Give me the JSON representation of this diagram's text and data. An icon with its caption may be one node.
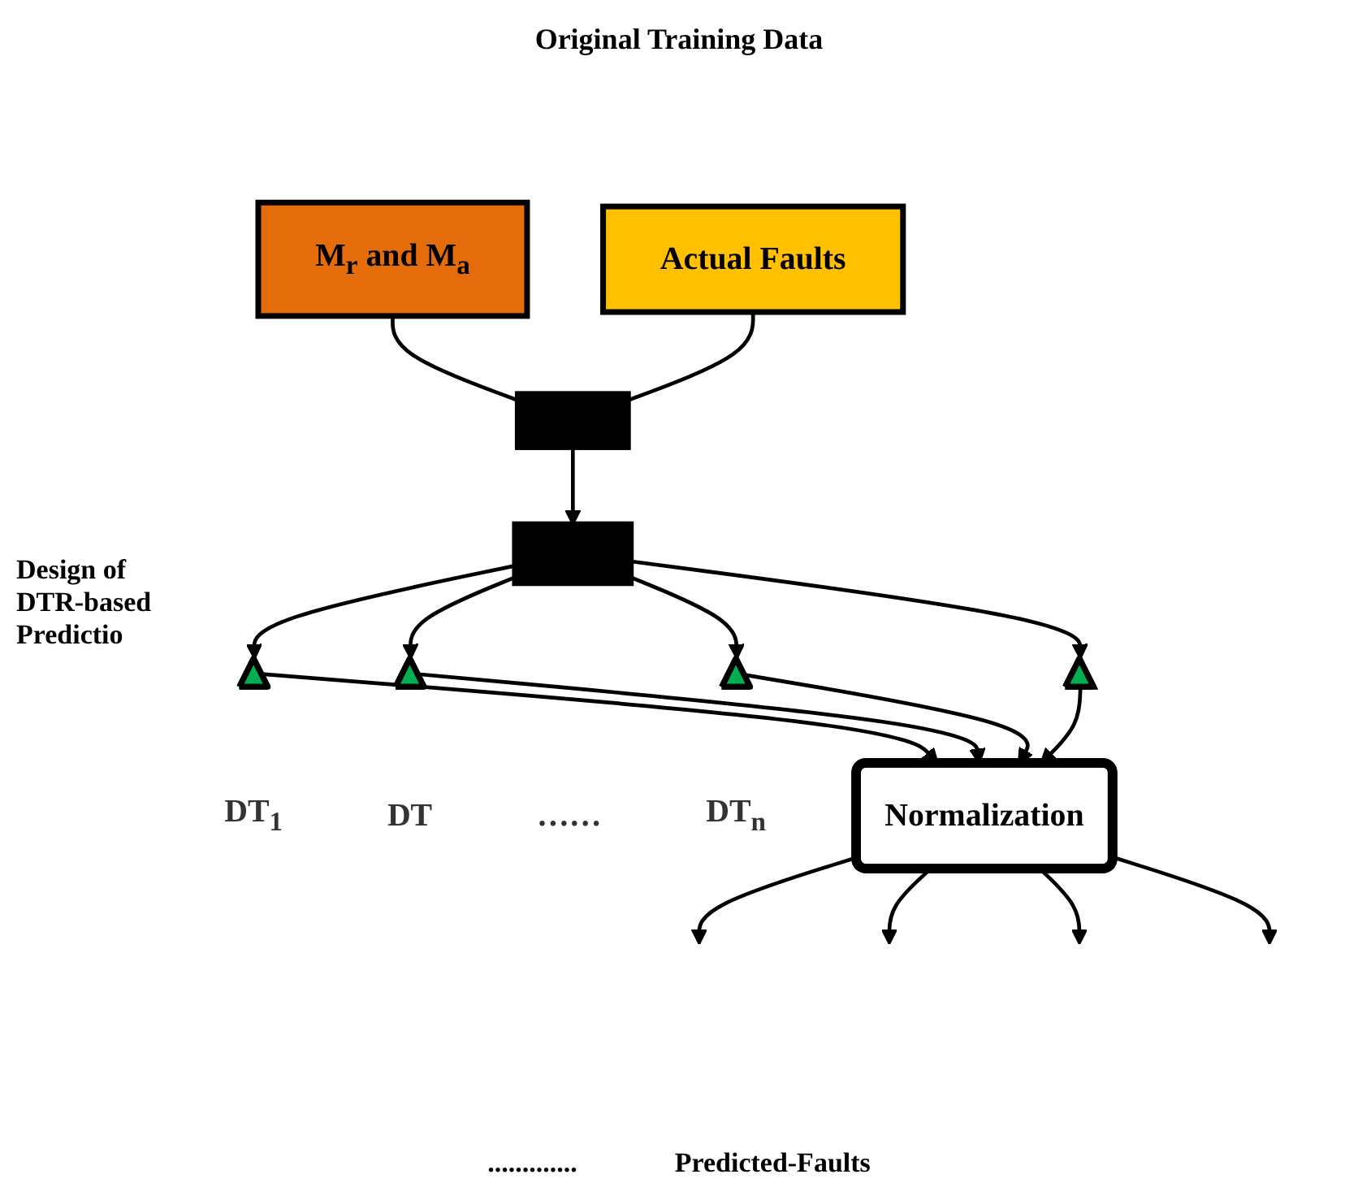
{
  "diagram": {
    "title": "Original Training Data",
    "nodes": [
      {
        "text": [
          "M$_{r}$ and M$_{a}$"
        ]
      },
      {
        "text": [
          "Actual Faults"
        ]
      },
      {
        "text": [],
        "shape": "bar"
      },
      {
        "text": [],
        "shape": "bar"
      },
      {
        "text": [],
        "shape": "triangle",
        "beside": [
          "DT$_{1}$"
        ]
      },
      {
        "text": [],
        "shape": "triangle",
        "beside": [
          "DT"
        ]
      },
      {
        "text": [],
        "shape": "triangle",
        "beside": [
          "……",
          "DT$_{n}$"
        ]
      },
      {
        "text": [],
        "shape": "triangle"
      },
      {
        "text": [
          "Normalization"
        ]
      }
    ],
    "edges": [
      {
        "from": 0,
        "to": 2,
        "arrow": "none"
      },
      {
        "from": 1,
        "to": 2,
        "arrow": "none"
      },
      {
        "from": 2,
        "to": 3,
        "arrow": "to"
      },
      {
        "from": 3,
        "to": 4,
        "arrow": "to"
      },
      {
        "from": 3,
        "to": 5,
        "arrow": "to"
      },
      {
        "from": 3,
        "to": 6,
        "arrow": "to"
      },
      {
        "from": 3,
        "to": 7,
        "arrow": "to"
      },
      {
        "from": 4,
        "to": 8,
        "arrow": "to"
      },
      {
        "from": 5,
        "to": 8,
        "arrow": "to"
      },
      {
        "from": 6,
        "to": 8,
        "arrow": "to"
      },
      {
        "from": 7,
        "to": 8,
        "arrow": "to"
      },
      {
        "from": 8,
        "to": null,
        "arrow": "to"
      },
      {
        "from": 8,
        "to": null,
        "arrow": "to"
      },
      {
        "from": 8,
        "to": null,
        "arrow": "to"
      },
      {
        "from": 8,
        "to": null,
        "arrow": "to"
      }
    ],
    "labels": [
      "Design of DTR-based Predictio",
      ".............",
      "Predicted-Faults"
    ]
  }
}
